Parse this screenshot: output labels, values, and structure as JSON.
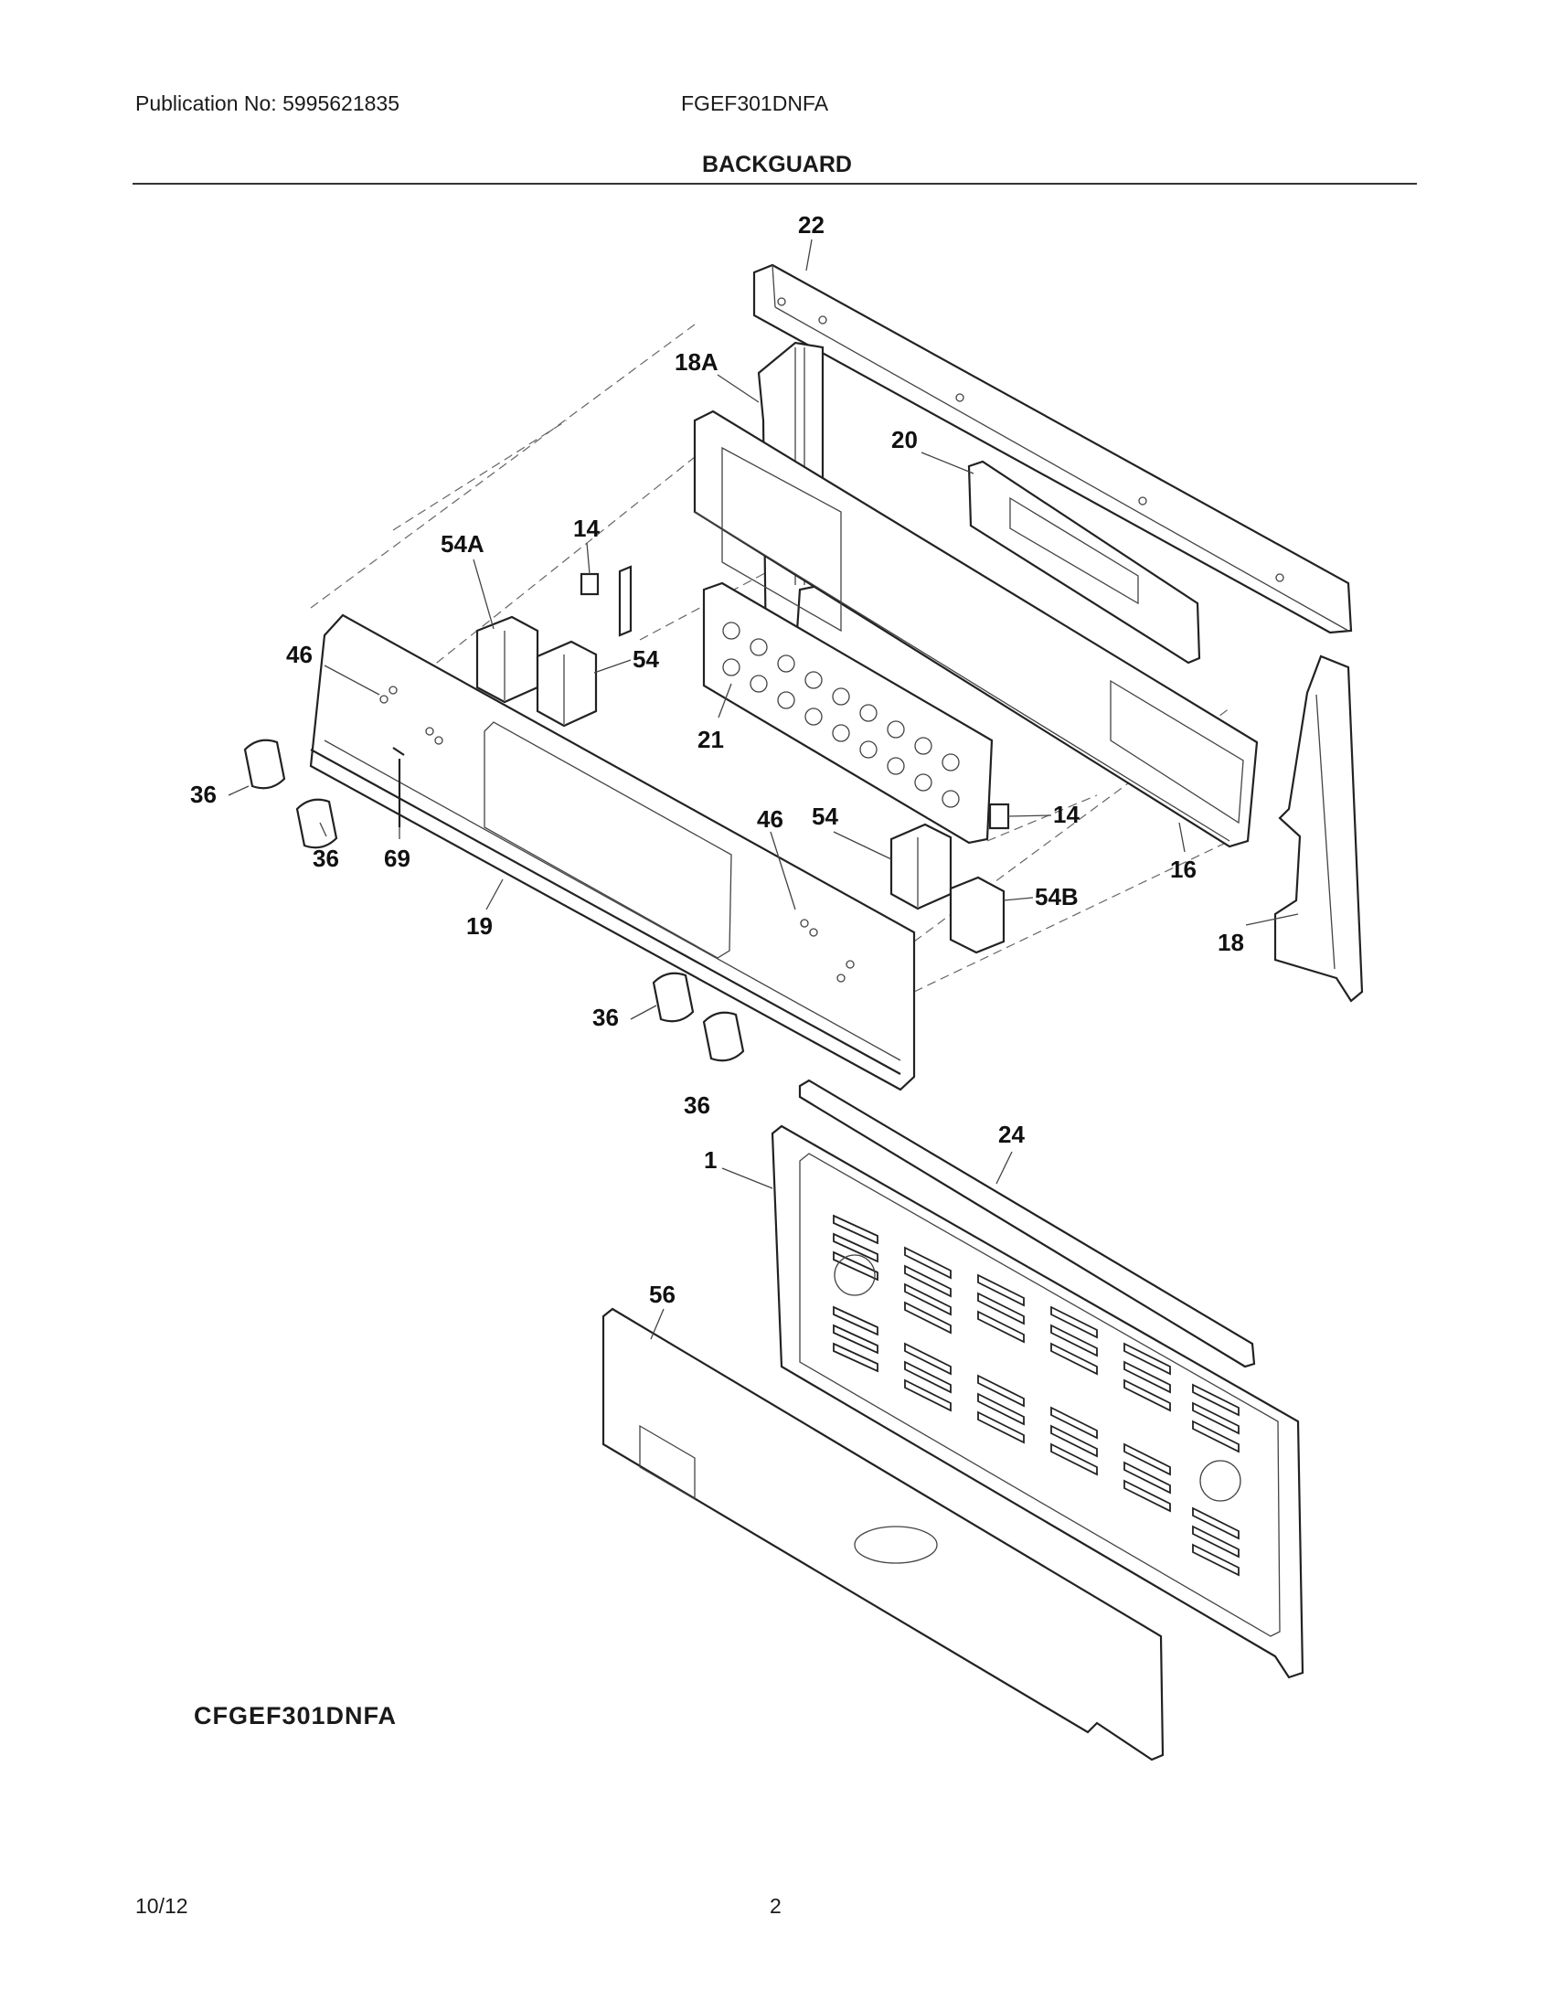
{
  "header": {
    "publication": "Publication No: 5995621835",
    "model": "FGEF301DNFA",
    "title": "BACKGUARD"
  },
  "diagram": {
    "drawing_code": "CFGEF301DNFA",
    "callouts": [
      "22",
      "18A",
      "20",
      "54A",
      "14",
      "46",
      "54",
      "21",
      "36",
      "36",
      "69",
      "19",
      "46",
      "54",
      "14",
      "54B",
      "16",
      "18",
      "36",
      "36",
      "24",
      "1",
      "56"
    ]
  },
  "footer": {
    "date": "10/12",
    "page": "2"
  }
}
